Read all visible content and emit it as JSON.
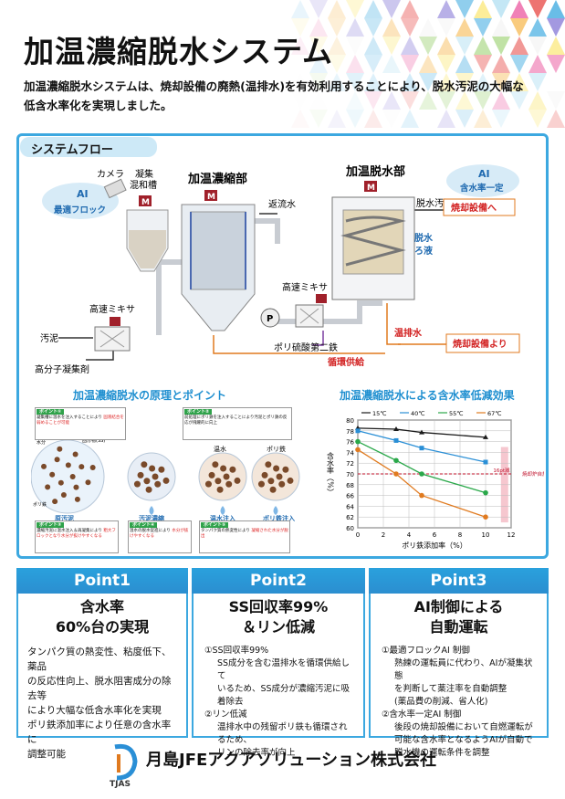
{
  "header": {
    "title": "加温濃縮脱水システム",
    "intro_line1": "加温濃縮脱水システムは、焼却設備の廃熱(温排水)を有効利用することにより、脱水汚泥の大幅な",
    "intro_line2": "低含水率化を実現しました。"
  },
  "system_flow": {
    "heading": "システムフロー",
    "labels": {
      "camera": "カメラ",
      "ai_badge_left_top": "AI",
      "ai_badge_left_bottom": "最適フロック",
      "flocculation_tank": "凝集混和槽",
      "flocculation_tank_l1": "凝集",
      "flocculation_tank_l2": "混和槽",
      "thickener": "加温濃縮部",
      "return_water": "返流水",
      "dewatering": "加温脱水部",
      "ai_badge_right_top": "AI",
      "ai_badge_right_bottom": "含水率一定",
      "dewatered_sludge": "脱水汚泥",
      "to_incinerator": "焼却設備へ",
      "filtrate": "脱水ろ液",
      "filtrate_l1": "脱水",
      "filtrate_l2": "ろ液",
      "high_speed_mixer_left": "高速ミキサ",
      "high_speed_mixer_right": "高速ミキサ",
      "sludge": "汚泥",
      "polymer": "高分子凝集剤",
      "ferric": "ポリ硫酸第二鉄",
      "warm_water": "温排水",
      "from_incinerator": "焼却設備より",
      "recirculation": "循環供給",
      "motor": "M",
      "pump": "P"
    }
  },
  "principle": {
    "title": "加温濃縮脱水の原理とポイント",
    "points": [
      {
        "tag": "ポイント①",
        "text": "凝集槽に温水を注入することにより",
        "red": "固液結合を弱めることが可能"
      },
      {
        "tag": "ポイント②",
        "text": "前処理にポリ鉄を注入することにより汚泥とポリ鉄の反応が飛躍的に向上",
        "red": ""
      },
      {
        "tag": "ポイント③",
        "text": "濃縮汚泥に温水注入＆再凝集により",
        "red": "粗大フロックとなり水分が抜けやすくなる"
      },
      {
        "tag": "ポイント④",
        "text": "温水の脱水促進により",
        "red": "水分が抜けやすくなる"
      },
      {
        "tag": "ポイント⑤",
        "text": "タンパク質の熱変性により",
        "red": "凝縮された水分が脱出"
      }
    ],
    "stages": [
      "原汚泥",
      "汚泥濃縮",
      "温水注入",
      "ポリ鉄注入"
    ],
    "small_labels": [
      "水分",
      "固形物(SS)",
      "ポリ鉄"
    ],
    "circle_labels": [
      "温水",
      "ポリ鉄"
    ]
  },
  "chart_data": {
    "type": "line",
    "title": "加温濃縮脱水による含水率低減効果",
    "xlabel": "ポリ鉄添加率（%）",
    "ylabel": "含水率（%）",
    "xlim": [
      0,
      12
    ],
    "ylim": [
      60,
      80
    ],
    "xticks": [
      "0",
      "2",
      "4",
      "6",
      "8",
      "10",
      "12"
    ],
    "yticks": [
      "60",
      "62",
      "64",
      "66",
      "68",
      "70",
      "72",
      "74",
      "76",
      "78",
      "80"
    ],
    "legend_position": "top",
    "reference_line": {
      "y": 70,
      "label": "焼却炉自燃点"
    },
    "band_label": "16pt減",
    "series": [
      {
        "name": "15℃",
        "color": "#1a1a1a",
        "marker": "triangle",
        "x": [
          0,
          3,
          5,
          10
        ],
        "y": [
          78.5,
          78.3,
          77.7,
          76.8
        ]
      },
      {
        "name": "40℃",
        "color": "#2a8fd6",
        "marker": "square",
        "x": [
          0,
          3,
          5,
          10
        ],
        "y": [
          78.0,
          76.2,
          74.8,
          72.2
        ]
      },
      {
        "name": "55℃",
        "color": "#2aa84a",
        "marker": "circle",
        "x": [
          0,
          3,
          5,
          10
        ],
        "y": [
          76.0,
          72.5,
          70.0,
          66.5
        ]
      },
      {
        "name": "67℃",
        "color": "#e07a1f",
        "marker": "circle",
        "x": [
          0,
          3,
          5,
          10
        ],
        "y": [
          74.5,
          70.0,
          66.0,
          62.0
        ]
      }
    ],
    "grid": true
  },
  "points": [
    {
      "label": "Point1",
      "title_l1": "含水率",
      "title_l2": "60%台の実現",
      "lines": [
        "タンパク質の熱変性、粘度低下、薬品",
        "の反応性向上、脱水阻害成分の除去等",
        "により大幅な低含水率化を実現",
        "ポリ鉄添加率により任意の含水率に",
        "調整可能"
      ]
    },
    {
      "label": "Point2",
      "title_l1": "SS回収率99%",
      "title_l2": "＆リン低減",
      "items": [
        {
          "head": "①SS回収率99%",
          "body": [
            "SS成分を含む温排水を循環供給して",
            "いるため、SS成分が濃縮汚泥に吸着除去"
          ]
        },
        {
          "head": "②リン低減",
          "body": [
            "温排水中の残留ポリ鉄も循環されるため、",
            "リンの除去率が向上"
          ]
        }
      ]
    },
    {
      "label": "Point3",
      "title_l1": "AI制御による",
      "title_l2": "自動運転",
      "items": [
        {
          "head": "①最適フロックAI 制御",
          "body": [
            "熟練の運転員に代わり、AIが凝集状態",
            "を判断して薬注率を自動調整",
            "(薬品費の削減、省人化)"
          ]
        },
        {
          "head": "②含水率一定AI 制御",
          "body": [
            "後段の焼却設備において自燃運転が",
            "可能な含水率となるようAIが自動で",
            "脱水機の運転条件を調整"
          ]
        }
      ]
    }
  ],
  "footer": {
    "company": "月島JFEアクアソリューション株式会社",
    "logo_text": "TJAS"
  },
  "colors": {
    "accent_blue": "#3ca8e0",
    "orange": "#e07a1f",
    "red_label": "#d22020",
    "motor_red": "#a0202a",
    "purple_line": "#7b3fa0"
  }
}
